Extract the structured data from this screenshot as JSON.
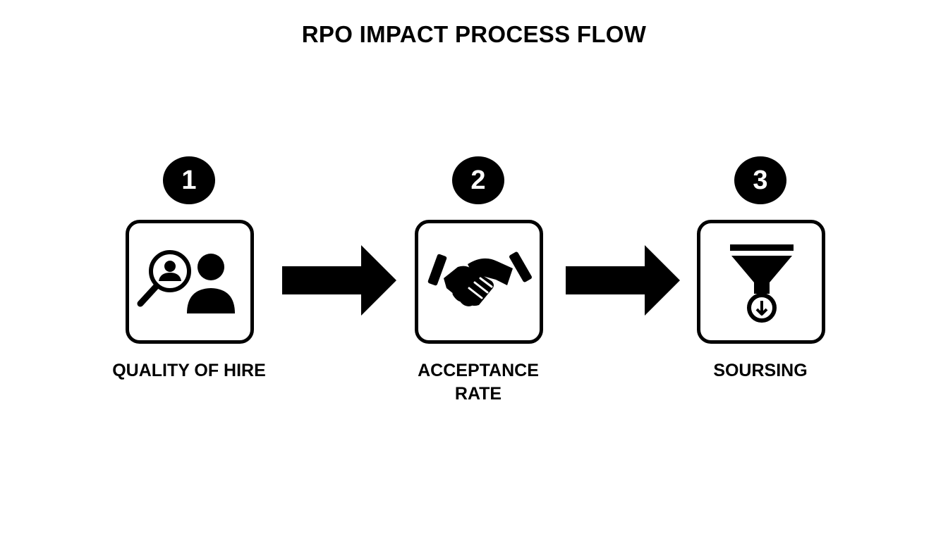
{
  "diagram": {
    "title": "RPO IMPACT PROCESS FLOW",
    "steps": [
      {
        "number": "1",
        "label": "QUALITY OF HIRE",
        "icon": "magnifier-person-icon"
      },
      {
        "number": "2",
        "label": "ACCEPTANCE\nRATE",
        "icon": "handshake-icon"
      },
      {
        "number": "3",
        "label": "SOURSING",
        "icon": "funnel-icon"
      }
    ],
    "colors": {
      "ink": "#000000",
      "background": "#ffffff"
    }
  }
}
